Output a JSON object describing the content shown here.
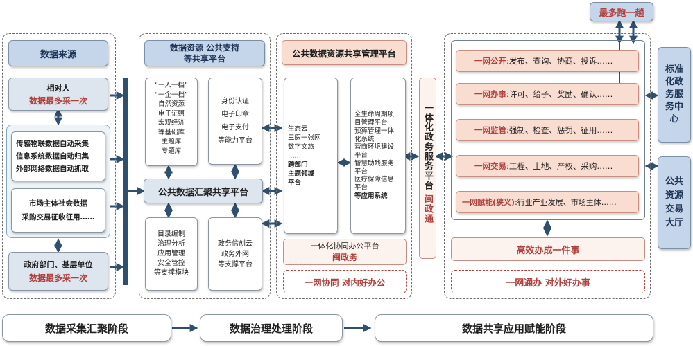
{
  "top": {
    "label": "最多跑一趟"
  },
  "col1": {
    "header": "数据来源",
    "box1": {
      "line1": "相对人",
      "line2": "数据最多采一次"
    },
    "box2": {
      "line1": "传感物联数据自动采集",
      "line2": "信息系统数据自动归集",
      "line3": "外部网络数据自动抓取"
    },
    "box3": {
      "line1": "市场主体社会数据",
      "line2": "采购交易征收征用……"
    },
    "box4": {
      "line1": "政府部门、基层单位",
      "line2": "数据最多采一次"
    }
  },
  "col2": {
    "header_line1": "数据资源 公共支持",
    "header_line2": "等共享平台",
    "left_items": [
      "“一人一档”",
      "“一企一档”",
      "自然资源",
      "电子证照",
      "宏观经济",
      "等基础库",
      "主题库",
      "专题库"
    ],
    "right_items": [
      "身份认证",
      "电子印章",
      "电子支付",
      "等能力平台"
    ],
    "center": "公共数据汇聚共享平台",
    "bottom_left": [
      "目录编制",
      "治理分析",
      "应用管理",
      "安全管控",
      "等支撑模块"
    ],
    "bottom_right": [
      "政务信创云",
      "政务外网",
      "等支撑平台"
    ]
  },
  "col3": {
    "header": "公共数据资源共享管理平台",
    "left_items": [
      "生态云",
      "三医一张网",
      "数字文旅",
      "……",
      "跨部门",
      "主题领域",
      "平台"
    ],
    "right_items": [
      "全生命周期项",
      "目管理平台",
      "预算管理一体",
      "化系统",
      "营商环境建设",
      "平台",
      "智慧助残服务",
      "平台",
      "医疗保障信息",
      "平台",
      "等应用系统"
    ],
    "office_line1": "一体化协同办公平台",
    "office_line2": "闽政务",
    "bottom": "一网协同 对内好办公"
  },
  "vertical": {
    "line1": "一体化政务服务平台",
    "line2": "闽政通"
  },
  "col4": {
    "rows": [
      {
        "key": "一网公开",
        "rest": ":发布、查询、协商、投诉……"
      },
      {
        "key": "一网办事",
        "rest": ":许可、给子、奖励、确认……"
      },
      {
        "key": "一网监管",
        "rest": ":强制、检查、惩罚、征用……"
      },
      {
        "key": "一网交易",
        "rest": ":工程、土地、产权、采购……"
      },
      {
        "key": "一网赋能(狭义)",
        "rest": ":行业产业发展、市场主体……"
      }
    ],
    "efficient": "高效办成一件事",
    "bottom": "一网通办 对外好办事"
  },
  "right": {
    "box1": [
      "标准",
      "化政",
      "务服",
      "务中",
      "心"
    ],
    "box2": [
      "公共",
      "资源",
      "交易",
      "大厅"
    ]
  },
  "stages": {
    "stage1": "数据采集汇聚阶段",
    "stage2": "数据治理处理阶段",
    "stage3": "数据共享应用赋能阶段"
  },
  "colors": {
    "accent_red": "#b0413e",
    "navy": "#2f4f6f",
    "pink_fill": "#f9ddd1",
    "blue_fill": "#c5d5ea"
  }
}
